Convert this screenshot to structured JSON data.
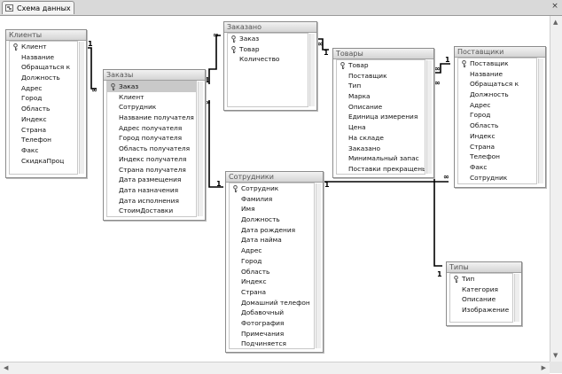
{
  "tab": {
    "title": "Схема данных",
    "close": "×"
  },
  "tables": {
    "klienty": {
      "title": "Клиенты",
      "fields": [
        {
          "name": "Клиент",
          "key": true
        },
        {
          "name": "Название"
        },
        {
          "name": "Обращаться к"
        },
        {
          "name": "Должность"
        },
        {
          "name": "Адрес"
        },
        {
          "name": "Город"
        },
        {
          "name": "Область"
        },
        {
          "name": "Индекс"
        },
        {
          "name": "Страна"
        },
        {
          "name": "Телефон"
        },
        {
          "name": "Факс"
        },
        {
          "name": "СкидкаПроц"
        }
      ]
    },
    "zakazy": {
      "title": "Заказы",
      "fields": [
        {
          "name": "Заказ",
          "key": true,
          "selected": true
        },
        {
          "name": "Клиент"
        },
        {
          "name": "Сотрудник"
        },
        {
          "name": "Название получателя"
        },
        {
          "name": "Адрес получателя"
        },
        {
          "name": "Город получателя"
        },
        {
          "name": "Область получателя"
        },
        {
          "name": "Индекс получателя"
        },
        {
          "name": "Страна получателя"
        },
        {
          "name": "Дата размещения"
        },
        {
          "name": "Дата назначения"
        },
        {
          "name": "Дата исполнения"
        },
        {
          "name": "СтоимДоставки"
        }
      ]
    },
    "zakazano": {
      "title": "Заказано",
      "fields": [
        {
          "name": "Заказ",
          "key": true
        },
        {
          "name": "Товар",
          "key": true
        },
        {
          "name": "Количество"
        }
      ]
    },
    "tovary": {
      "title": "Товары",
      "fields": [
        {
          "name": "Товар",
          "key": true
        },
        {
          "name": "Поставщик"
        },
        {
          "name": "Тип"
        },
        {
          "name": "Марка"
        },
        {
          "name": "Описание"
        },
        {
          "name": "Единица измерения"
        },
        {
          "name": "Цена"
        },
        {
          "name": "На складе"
        },
        {
          "name": "Заказано"
        },
        {
          "name": "Минимальный запас"
        },
        {
          "name": "Поставки прекращены"
        }
      ]
    },
    "postavshchiki": {
      "title": "Поставщики",
      "fields": [
        {
          "name": "Поставщик",
          "key": true
        },
        {
          "name": "Название"
        },
        {
          "name": "Обращаться к"
        },
        {
          "name": "Должность"
        },
        {
          "name": "Адрес"
        },
        {
          "name": "Город"
        },
        {
          "name": "Область"
        },
        {
          "name": "Индекс"
        },
        {
          "name": "Страна"
        },
        {
          "name": "Телефон"
        },
        {
          "name": "Факс"
        },
        {
          "name": "Сотрудник"
        }
      ]
    },
    "sotrudniki": {
      "title": "Сотрудники",
      "fields": [
        {
          "name": "Сотрудник",
          "key": true
        },
        {
          "name": "Фамилия"
        },
        {
          "name": "Имя"
        },
        {
          "name": "Должность"
        },
        {
          "name": "Дата рождения"
        },
        {
          "name": "Дата найма"
        },
        {
          "name": "Адрес"
        },
        {
          "name": "Город"
        },
        {
          "name": "Область"
        },
        {
          "name": "Индекс"
        },
        {
          "name": "Страна"
        },
        {
          "name": "Домашний телефон"
        },
        {
          "name": "Добавочный"
        },
        {
          "name": "Фотография"
        },
        {
          "name": "Примечания"
        },
        {
          "name": "Подчиняется"
        }
      ]
    },
    "tipy": {
      "title": "Типы",
      "fields": [
        {
          "name": "Тип",
          "key": true
        },
        {
          "name": "Категория"
        },
        {
          "name": "Описание"
        },
        {
          "name": "Изображение"
        }
      ]
    }
  },
  "relation_labels": {
    "one": "1",
    "many": "∞"
  },
  "icons": {
    "key": "key-icon",
    "table": "relationships-icon",
    "close": "close-icon"
  },
  "colors": {
    "line": "#000000",
    "header": "#d4d4d4",
    "selected": "#c9c9c9"
  }
}
